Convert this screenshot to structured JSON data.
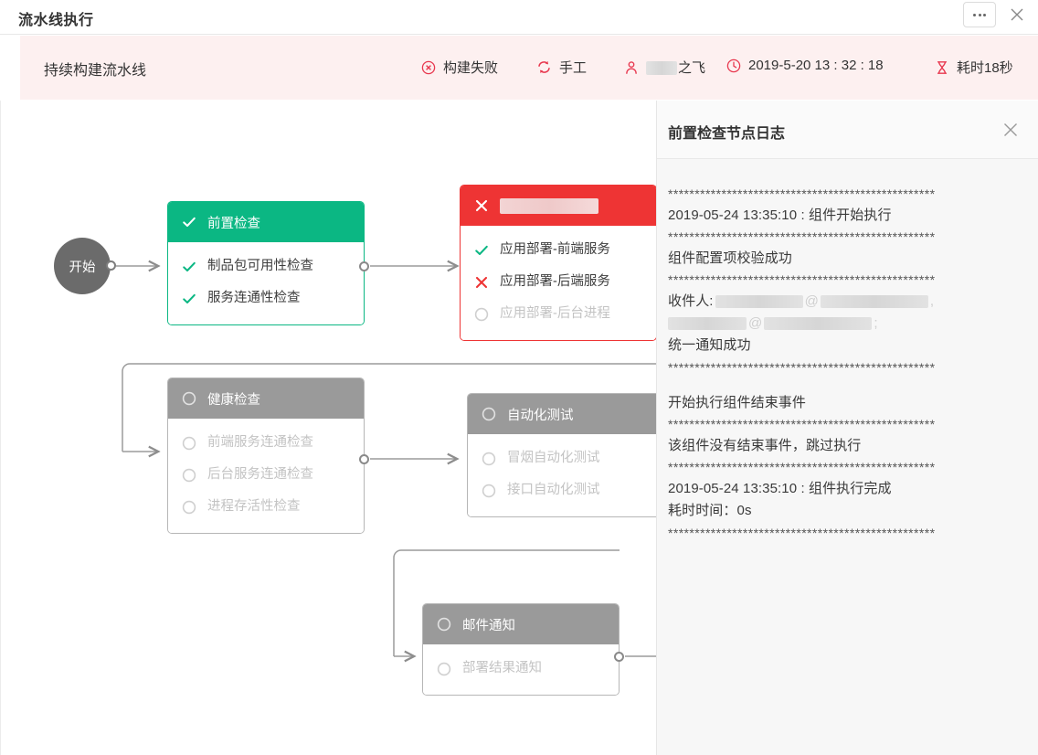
{
  "window": {
    "title": "流水线执行",
    "more_button": "more-options",
    "close_button": "close"
  },
  "summary": {
    "pipeline_name": "持续构建流水线",
    "status_label": "构建失败",
    "trigger_label": "手工",
    "user_label": "之飞",
    "user_redacted": true,
    "datetime_label": "2019-5-20 13 : 32 : 18",
    "duration_label": "耗时18秒",
    "bg_color": "#fdf0f0",
    "accent_color": "#e8384f"
  },
  "canvas": {
    "start_node_label": "开始",
    "nodes": [
      {
        "id": "pre-check",
        "title": "前置检查",
        "state": "success",
        "color": "#0bb783",
        "steps": [
          {
            "label": "制品包可用性检查",
            "state": "success"
          },
          {
            "label": "服务连通性检查",
            "state": "success"
          }
        ]
      },
      {
        "id": "deploy",
        "title": "",
        "title_redacted": true,
        "state": "failed",
        "color": "#ee3434",
        "steps": [
          {
            "label": "应用部署-前端服务",
            "state": "success"
          },
          {
            "label": "应用部署-后端服务",
            "state": "failed"
          },
          {
            "label": "应用部署-后台进程",
            "state": "pending"
          }
        ]
      },
      {
        "id": "health-check",
        "title": "健康检查",
        "state": "pending",
        "color": "#9a9a9a",
        "steps": [
          {
            "label": "前端服务连通检查",
            "state": "pending"
          },
          {
            "label": "后台服务连通检查",
            "state": "pending"
          },
          {
            "label": "进程存活性检查",
            "state": "pending"
          }
        ]
      },
      {
        "id": "auto-test",
        "title": "自动化测试",
        "state": "pending",
        "color": "#9a9a9a",
        "steps": [
          {
            "label": "冒烟自动化测试",
            "state": "pending"
          },
          {
            "label": "接口自动化测试",
            "state": "pending"
          }
        ]
      },
      {
        "id": "mail-notify",
        "title": "邮件通知",
        "state": "pending",
        "color": "#9a9a9a",
        "steps": [
          {
            "label": "部署结果通知",
            "state": "pending"
          }
        ]
      }
    ]
  },
  "log_panel": {
    "title": "前置检查节点日志",
    "close_button": "close",
    "stars": "**************************************************",
    "lines": [
      {
        "type": "stars"
      },
      {
        "type": "text",
        "text": "2019-05-24 13:35:10 : 组件开始执行"
      },
      {
        "type": "stars"
      },
      {
        "type": "text",
        "text": "组件配置项校验成功"
      },
      {
        "type": "stars"
      },
      {
        "type": "recipients",
        "prefix": "收件人:",
        "redacted": true
      },
      {
        "type": "text",
        "text": "统一通知成功"
      },
      {
        "type": "stars"
      },
      {
        "type": "blank"
      },
      {
        "type": "text",
        "text": "开始执行组件结束事件"
      },
      {
        "type": "stars"
      },
      {
        "type": "text",
        "text": "该组件没有结束事件，跳过执行"
      },
      {
        "type": "stars"
      },
      {
        "type": "text",
        "text": "2019-05-24 13:35:10 : 组件执行完成"
      },
      {
        "type": "text",
        "text": "耗时时间：0s"
      },
      {
        "type": "stars"
      }
    ]
  }
}
